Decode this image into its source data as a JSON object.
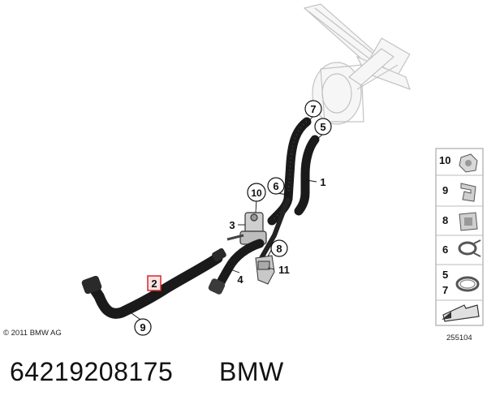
{
  "diagram": {
    "callouts": [
      {
        "id": "1",
        "label": "1",
        "style": "plain"
      },
      {
        "id": "2",
        "label": "2",
        "style": "highlight"
      },
      {
        "id": "3",
        "label": "3",
        "style": "plain"
      },
      {
        "id": "4",
        "label": "4",
        "style": "plain"
      },
      {
        "id": "5",
        "label": "5",
        "style": "circle"
      },
      {
        "id": "6",
        "label": "6",
        "style": "circle"
      },
      {
        "id": "7",
        "label": "7",
        "style": "circle"
      },
      {
        "id": "8",
        "label": "8",
        "style": "circle"
      },
      {
        "id": "9",
        "label": "9",
        "style": "circle"
      },
      {
        "id": "10",
        "label": "10",
        "style": "circle"
      },
      {
        "id": "11",
        "label": "11",
        "style": "plain"
      }
    ],
    "highlight_color": "#d9262b"
  },
  "legend": {
    "items": [
      {
        "label": "10",
        "icon": "nut-icon"
      },
      {
        "label": "9",
        "icon": "clip-icon"
      },
      {
        "label": "8",
        "icon": "bracket-icon"
      },
      {
        "label": "6",
        "icon": "spring-clamp-icon"
      },
      {
        "label": "5",
        "label2": "7",
        "icon": "hose-clamp-icon"
      },
      {
        "label": "",
        "icon": "arrow-icon"
      }
    ]
  },
  "copyright": "© 2011 BMW AG",
  "drawing_number": "255104",
  "part_number": "64219208175",
  "brand": "BMW"
}
